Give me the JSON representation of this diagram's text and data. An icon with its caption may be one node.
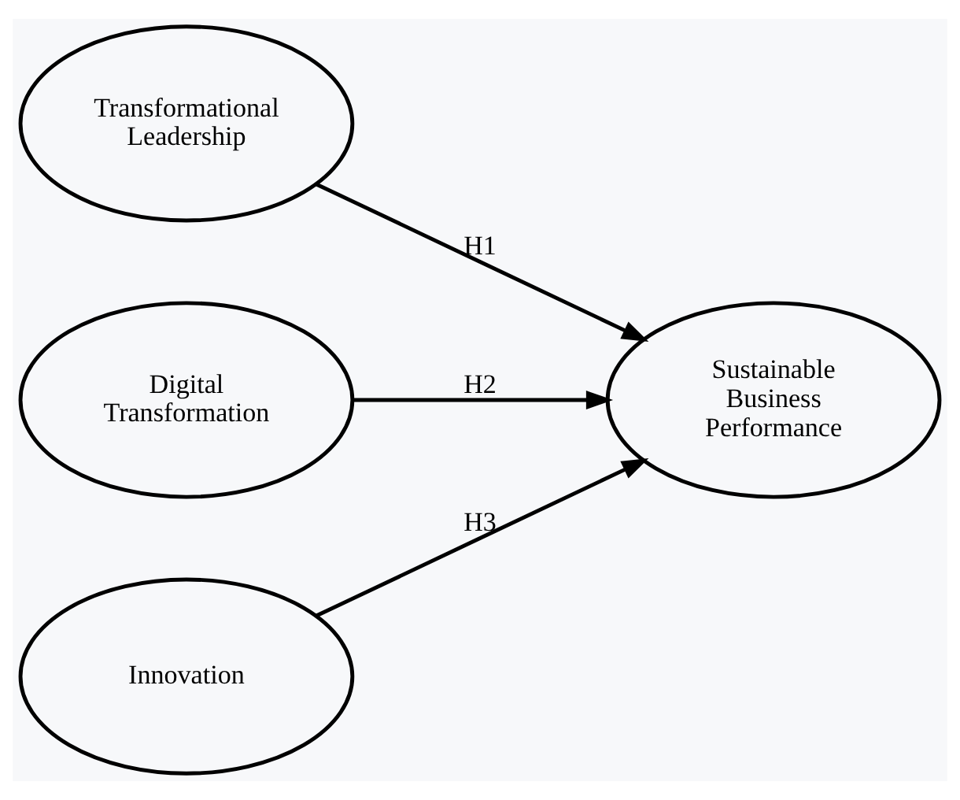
{
  "diagram": {
    "nodes": [
      {
        "text": [
          "Transformational Leadership"
        ]
      },
      {
        "text": [
          "Digital Transformation"
        ]
      },
      {
        "text": [
          "Innovation"
        ]
      },
      {
        "text": [
          "Sustainable Business Performance"
        ]
      }
    ],
    "edges": [
      {
        "from": 0,
        "to": 3,
        "arrow": "to",
        "label": "H1"
      },
      {
        "from": 1,
        "to": 3,
        "arrow": "to",
        "label": "H2"
      },
      {
        "from": 2,
        "to": 3,
        "arrow": "to",
        "label": "H3"
      }
    ]
  }
}
